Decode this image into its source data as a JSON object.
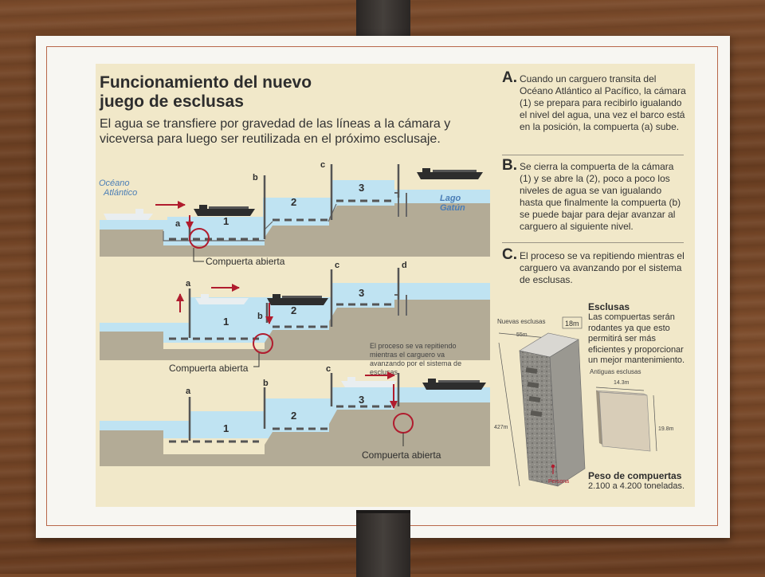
{
  "title": {
    "line1": "Funcionamiento del nuevo",
    "line2": "juego de esclusas"
  },
  "subtitle": "El agua se transfiere por gravedad de las líneas a la cámara y viceversa para luego ser reutilizada en el próximo esclusaje.",
  "places": {
    "ocean_line1": "Océano",
    "ocean_line2": "Atlántico",
    "lake_line1": "Lago",
    "lake_line2": "Gatún"
  },
  "labels": {
    "a": "a",
    "b": "b",
    "c": "c",
    "d": "d",
    "n1": "1",
    "n2": "2",
    "n3": "3"
  },
  "gate_open": "Compuerta abierta",
  "note": {
    "line1": "El proceso se va repitiendo",
    "line2": "mientras el carguero va",
    "line3": "avanzando por el sistema de",
    "line4": "esclusas."
  },
  "steps": [
    {
      "letter": "A.",
      "text": "Cuando un carguero transita del Océano Atlántico al Pacífico, la cámara (1) se prepara para recibirlo igualando el nivel del agua, una vez el barco está en la posición, la compuerta (a) sube."
    },
    {
      "letter": "B.",
      "text": "Se cierra la compuerta de la cámara (1) y se abre la (2), poco a poco los niveles de agua se van igualando hasta que finalmente la compuerta (b) se puede bajar para dejar avanzar al carguero al siguiente nivel."
    },
    {
      "letter": "C.",
      "text": "El proceso se va repitiendo mientras el carguero va avanzando por el sistema de esclusas."
    }
  ],
  "esclusas": {
    "title": "Esclusas",
    "text": "Las compuertas serán rodantes ya que esto permitirá ser más eficientes y proporcionar un mejor mantenimiento."
  },
  "gates": {
    "new_label": "Nuevas esclusas",
    "new_width": "55m",
    "new_depth": "18m",
    "new_length": "427m",
    "old_label": "Antiguas esclusas",
    "old_width": "14.3m",
    "old_height": "19.8m",
    "person": "Persona"
  },
  "peso": {
    "title": "Peso de compuertas",
    "text": "2.100 a 4.200 toneladas."
  },
  "colors": {
    "water": "#bfe3f2",
    "ground": "#b3ab96",
    "accent": "#b01c2e",
    "ship": "#2d2d2d"
  }
}
